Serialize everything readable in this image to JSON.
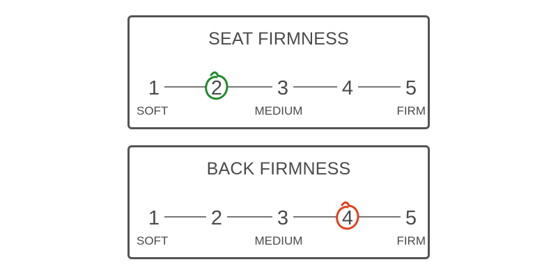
{
  "panels": [
    {
      "title": "SEAT FIRMNESS",
      "steps": [
        "1",
        "2",
        "3",
        "4",
        "5"
      ],
      "selected_step": 2,
      "mark_color": "#1f8a2b",
      "labels": {
        "low": "SOFT",
        "mid": "MEDIUM",
        "high": "FIRM"
      }
    },
    {
      "title": "BACK FIRMNESS",
      "steps": [
        "1",
        "2",
        "3",
        "4",
        "5"
      ],
      "selected_step": 4,
      "mark_color": "#e0401a",
      "labels": {
        "low": "SOFT",
        "mid": "MEDIUM",
        "high": "FIRM"
      }
    }
  ]
}
